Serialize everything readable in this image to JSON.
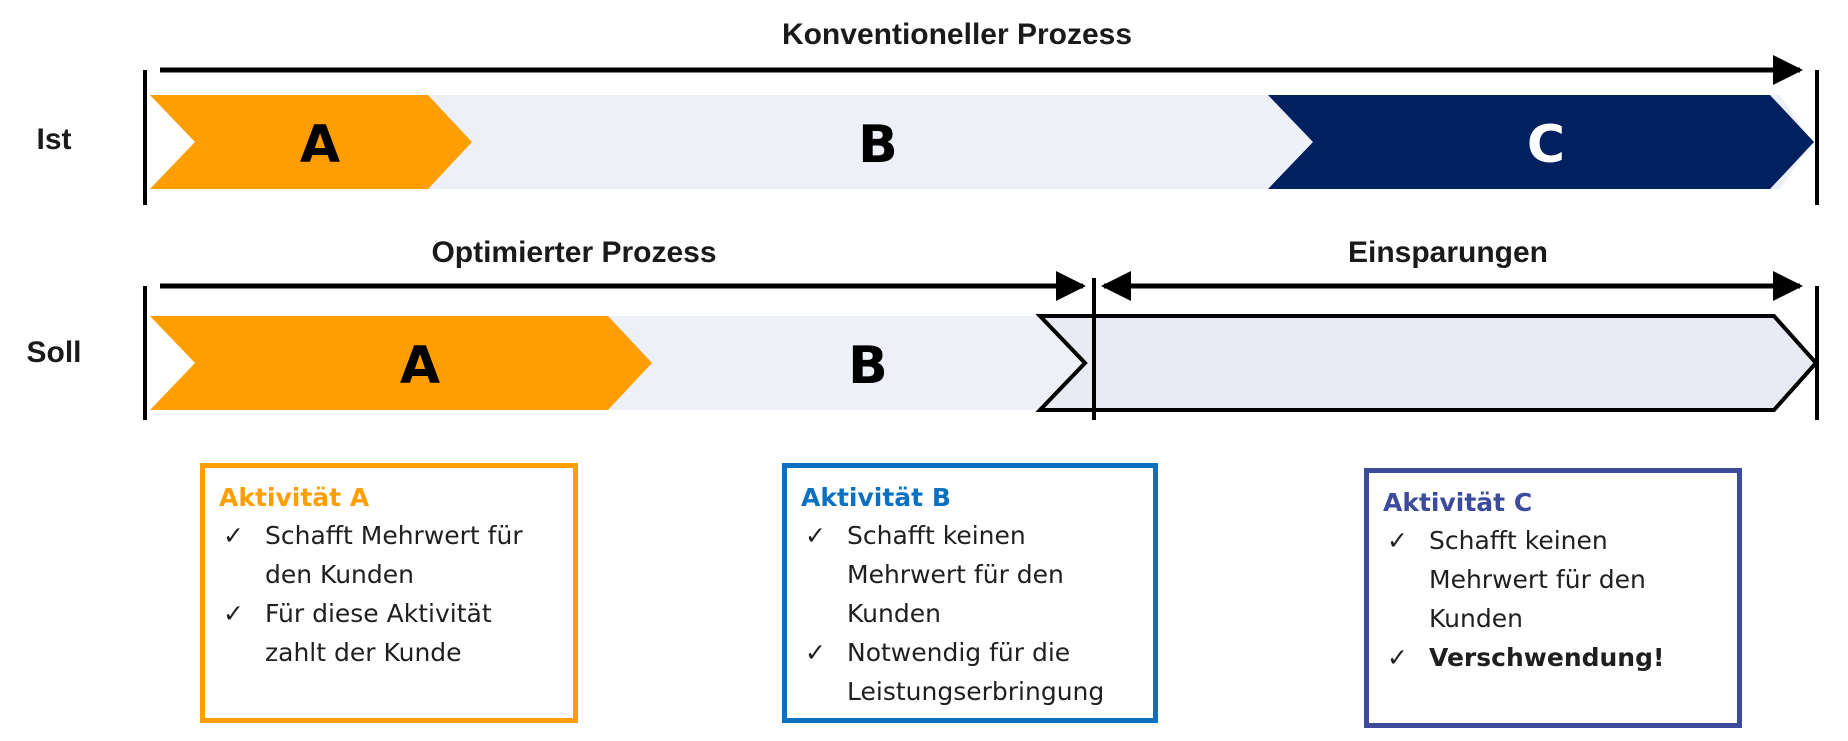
{
  "rows": {
    "ist_label": "Ist",
    "soll_label": "Soll"
  },
  "headers": {
    "conventional": "Konventioneller Prozess",
    "optimized": "Optimierter Prozess",
    "savings": "Einsparungen"
  },
  "segments": {
    "ist_a": "A",
    "ist_b": "B",
    "ist_c": "C",
    "soll_a": "A",
    "soll_b": "B"
  },
  "colors": {
    "orange": "#ff9e00",
    "light": "#eef0f8",
    "navy": "#002060",
    "blue": "#0a70c0",
    "indigo": "#3d4b9c"
  },
  "boxes": [
    {
      "title": "Aktivität A",
      "items": [
        {
          "text": "Schafft Mehrwert für den Kunden"
        },
        {
          "text": "Für diese Aktivität zahlt der Kunde"
        }
      ]
    },
    {
      "title": "Aktivität B",
      "items": [
        {
          "text": "Schafft keinen Mehrwert für den Kunden"
        },
        {
          "text": "Notwendig für die Leistungserbringung"
        }
      ]
    },
    {
      "title": "Aktivität C",
      "items": [
        {
          "text": "Schafft keinen Mehrwert für den Kunden"
        },
        {
          "text": "Verschwendung!"
        }
      ]
    }
  ],
  "check_glyph": "✓"
}
